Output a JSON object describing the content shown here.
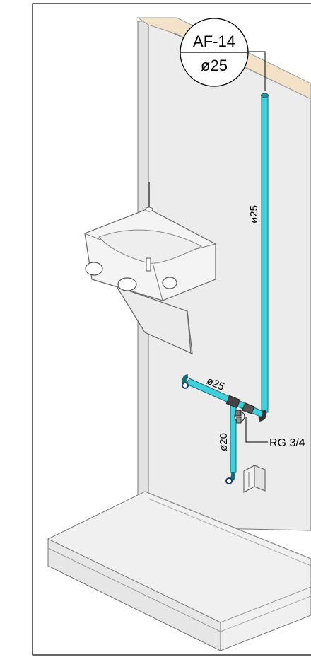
{
  "diagram": {
    "tag": {
      "code": "AF-14",
      "diameter": "ø25"
    },
    "pipe_labels": {
      "riser": "ø25",
      "branch": "ø25",
      "drop": "ø20"
    },
    "fitting_label": "RG 3/4",
    "colors": {
      "pipe": "#3fd0dc",
      "pipe_edge": "#1a6b73",
      "wall": "#eeeeee",
      "lintel": "#f3e2c8",
      "fitting": "#444444",
      "line": "#555555"
    }
  }
}
